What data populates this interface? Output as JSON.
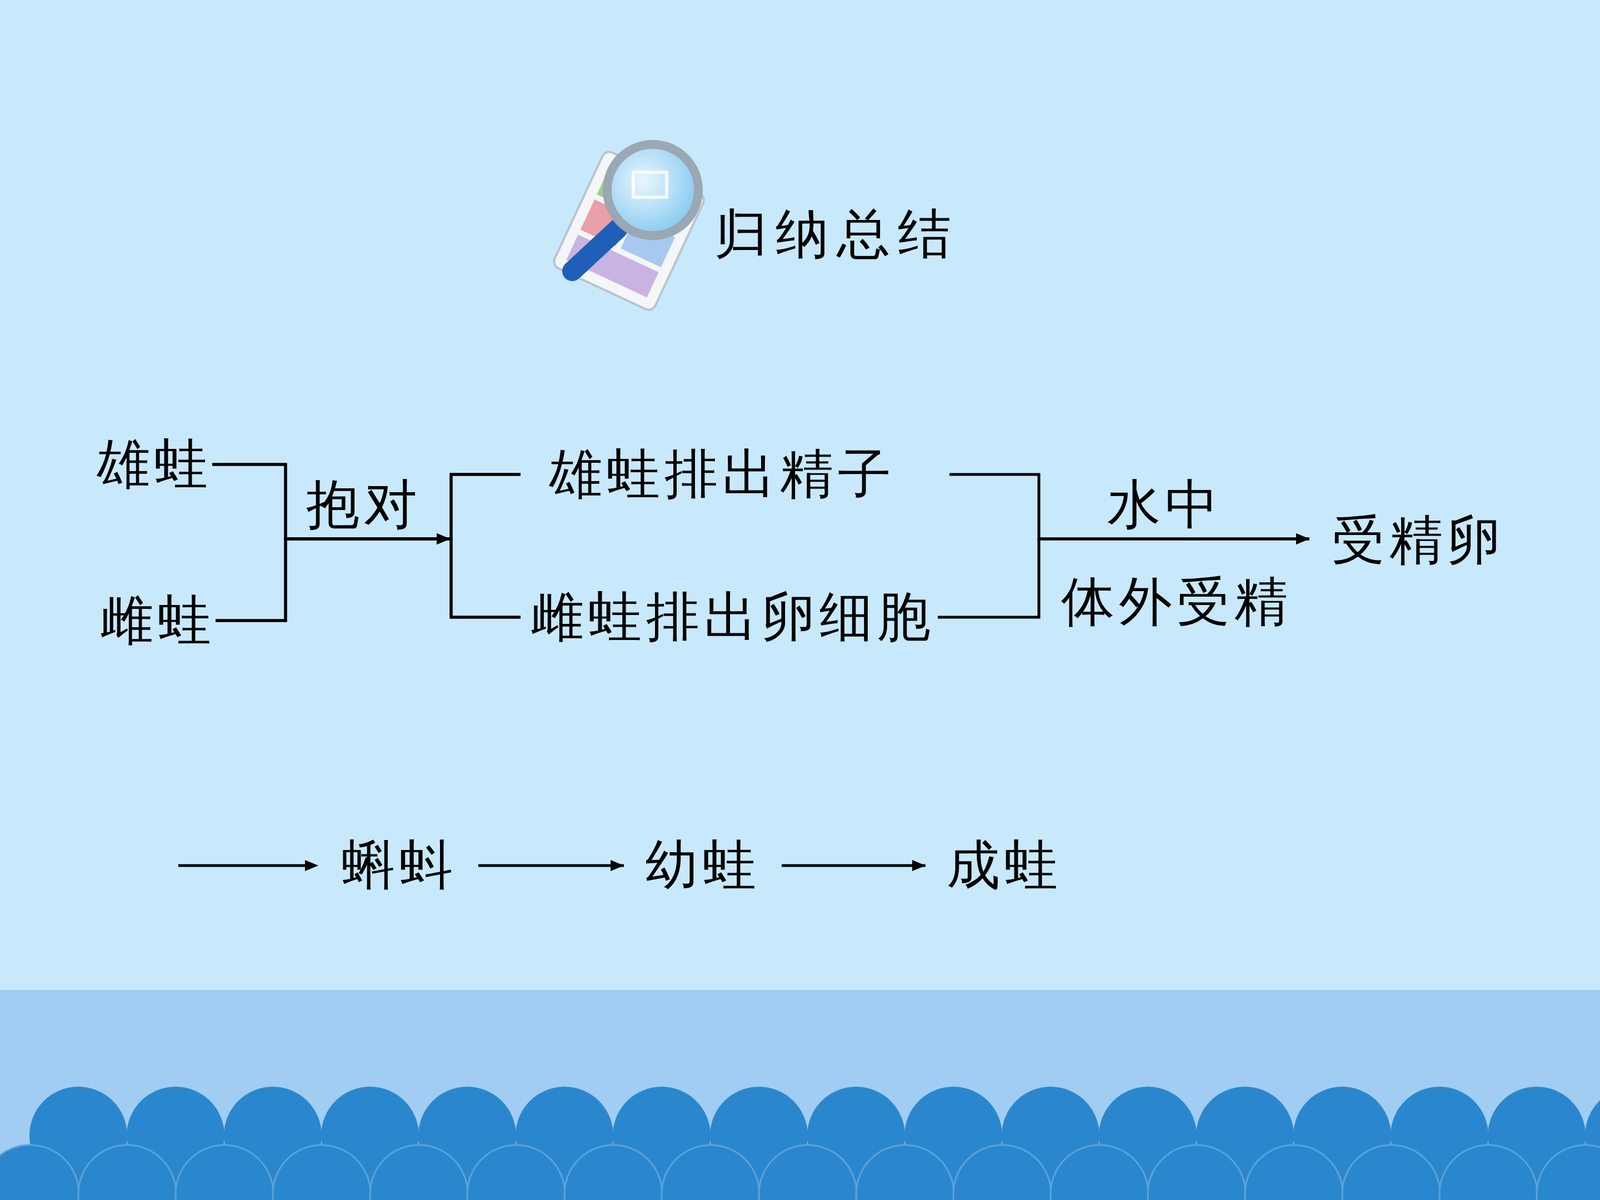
{
  "diagram": {
    "title": "归纳总结",
    "nodes": [
      {
        "text": [
          "雄蛙"
        ]
      },
      {
        "text": [
          "雌蛙"
        ]
      },
      {
        "text": [
          "雄蛙排出精子"
        ]
      },
      {
        "text": [
          "雌蛙排出卵细胞"
        ]
      },
      {
        "text": [
          "受精卵"
        ]
      },
      {
        "text": [
          "蝌蚪"
        ]
      },
      {
        "text": [
          "幼蛙"
        ]
      },
      {
        "text": [
          "成蛙"
        ]
      }
    ],
    "edges": [
      {
        "from": 0,
        "to": 2,
        "label": "抱对",
        "arrow": "to"
      },
      {
        "from": 0,
        "to": 3,
        "arrow": "to"
      },
      {
        "from": 1,
        "to": 2,
        "arrow": "to"
      },
      {
        "from": 1,
        "to": 3,
        "arrow": "to"
      },
      {
        "from": 2,
        "to": 4,
        "label": "水中",
        "arrow": "to"
      },
      {
        "from": 3,
        "to": 4,
        "label": "体外受精",
        "arrow": "to"
      },
      {
        "from": 5,
        "to": 6,
        "arrow": "to"
      },
      {
        "from": 6,
        "to": 7,
        "arrow": "to"
      }
    ]
  }
}
